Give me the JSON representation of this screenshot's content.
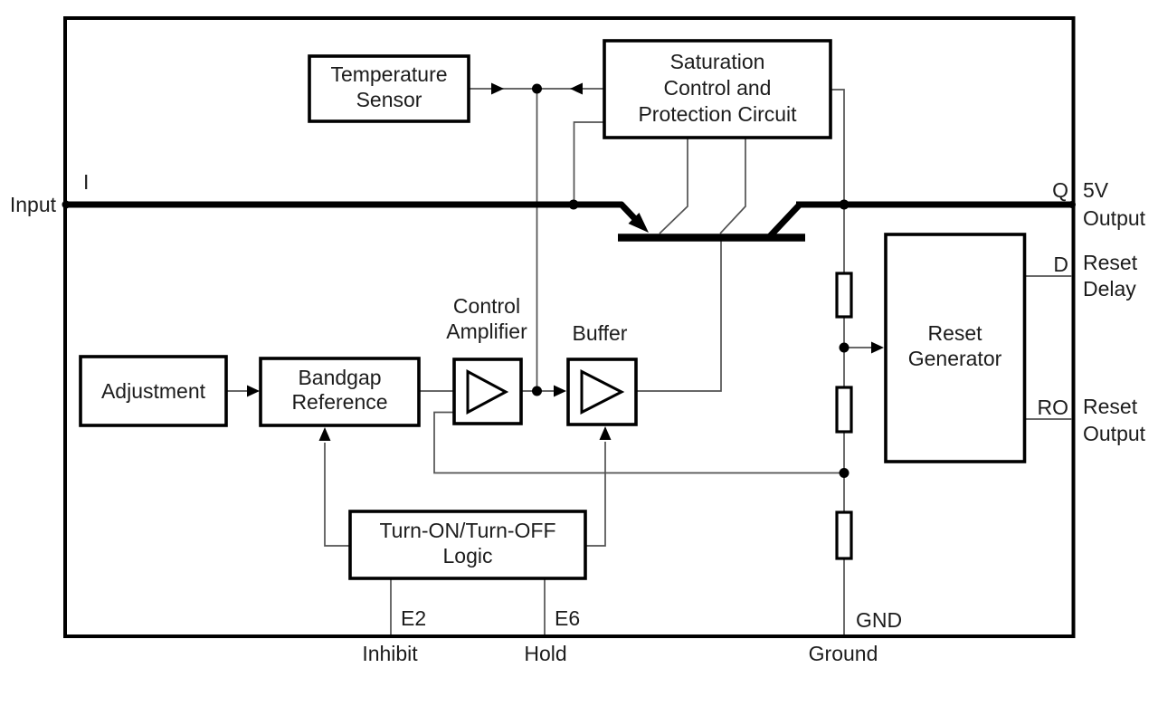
{
  "blocks": {
    "temperature_sensor": {
      "lines": [
        "Temperature",
        "Sensor"
      ]
    },
    "saturation_control": {
      "lines": [
        "Saturation",
        "Control and",
        "Protection Circuit"
      ]
    },
    "adjustment": {
      "label": "Adjustment"
    },
    "bandgap_reference": {
      "lines": [
        "Bandgap",
        "Reference"
      ]
    },
    "control_amplifier": {
      "lines": [
        "Control",
        "Amplifier"
      ]
    },
    "buffer": {
      "label": "Buffer"
    },
    "turn_on_off_logic": {
      "lines": [
        "Turn-ON/Turn-OFF",
        "Logic"
      ]
    },
    "reset_generator": {
      "lines": [
        "Reset",
        "Generator"
      ]
    }
  },
  "pins": {
    "input": {
      "name": "I",
      "label": "Input"
    },
    "output": {
      "name": "Q",
      "lines": [
        "5V",
        "Output"
      ]
    },
    "reset_delay": {
      "name": "D",
      "lines": [
        "Reset",
        "Delay"
      ]
    },
    "reset_output": {
      "name": "RO",
      "lines": [
        "Reset",
        "Output"
      ]
    },
    "inhibit": {
      "name": "E2",
      "label": "Inhibit"
    },
    "hold": {
      "name": "E6",
      "label": "Hold"
    },
    "ground": {
      "name": "GND",
      "label": "Ground"
    }
  },
  "colors": {
    "line": "#000000",
    "thin_line": "#525252",
    "text": "#1c1c1c",
    "background": "#ffffff",
    "block_fill": "#ffffff"
  }
}
